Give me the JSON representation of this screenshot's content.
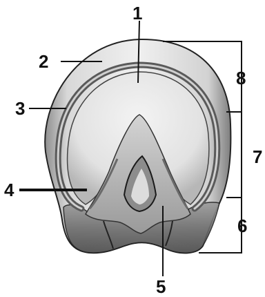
{
  "figure": {
    "labels": [
      "1",
      "2",
      "3",
      "4",
      "5",
      "6",
      "7",
      "8"
    ]
  },
  "colors": {
    "ink": "#111111",
    "horn_light": "#e9e9e9",
    "horn_shade": "#8a8a8a",
    "background": "#ffffff"
  }
}
